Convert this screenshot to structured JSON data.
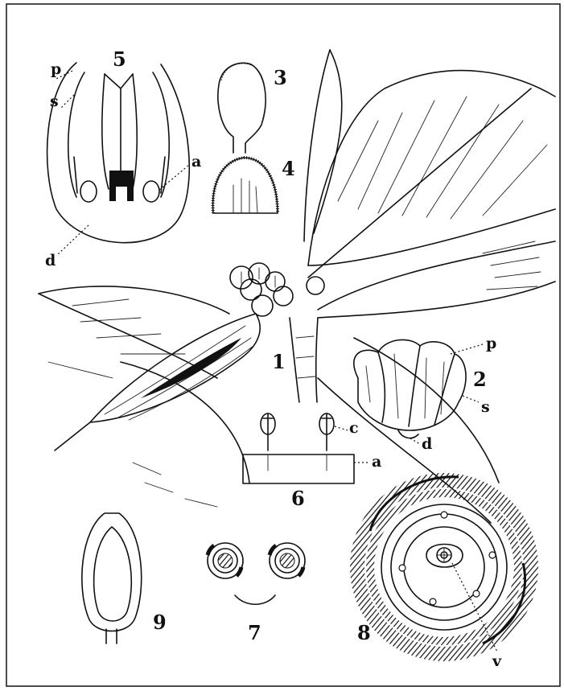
{
  "figure_labels": {
    "f1": "1",
    "f2": "2",
    "f3": "3",
    "f4": "4",
    "f5": "5",
    "f6": "6",
    "f7": "7",
    "f8": "8",
    "f9": "9"
  },
  "part_labels": {
    "fig5_p": "p",
    "fig5_s": "s",
    "fig5_a": "a",
    "fig5_d": "d",
    "fig2_p": "p",
    "fig2_s": "s",
    "fig2_d": "d",
    "fig6_c": "c",
    "fig6_a": "a",
    "fig8_v": "v"
  }
}
